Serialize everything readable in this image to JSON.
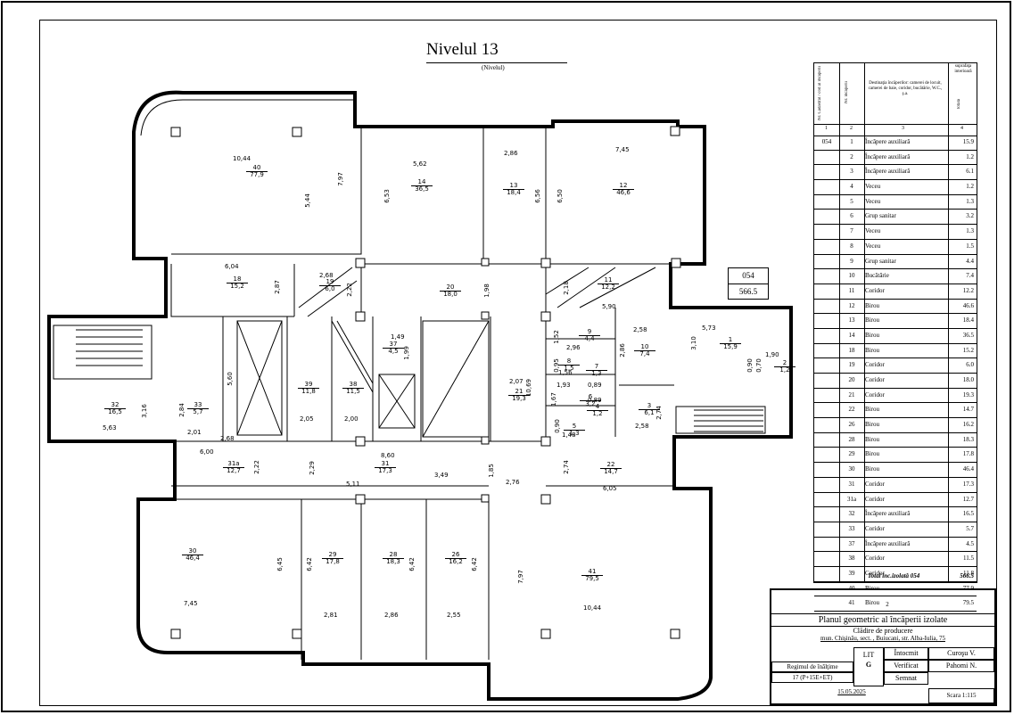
{
  "plan": {
    "title": "Nivelul 13",
    "subtitle": "(Nivelul)",
    "total_box": {
      "code": "054",
      "area": "566.5"
    },
    "rooms": [
      {
        "num": "40",
        "area": "77,9"
      },
      {
        "num": "14",
        "area": "36,5"
      },
      {
        "num": "13",
        "area": "18,4"
      },
      {
        "num": "12",
        "area": "46,6"
      },
      {
        "num": "18",
        "area": "15,2"
      },
      {
        "num": "19",
        "area": "6,0"
      },
      {
        "num": "20",
        "area": "18,0"
      },
      {
        "num": "11",
        "area": "12,2"
      },
      {
        "num": "37",
        "area": "4,5"
      },
      {
        "num": "39",
        "area": "11,8"
      },
      {
        "num": "38",
        "area": "11,5"
      },
      {
        "num": "21",
        "area": "19,3"
      },
      {
        "num": "9",
        "area": "4,4"
      },
      {
        "num": "10",
        "area": "7,4"
      },
      {
        "num": "1",
        "area": "15,9"
      },
      {
        "num": "2",
        "area": "1,2"
      },
      {
        "num": "8",
        "area": "1,5"
      },
      {
        "num": "7",
        "area": "1,3"
      },
      {
        "num": "6",
        "area": "3,2"
      },
      {
        "num": "4",
        "area": "1,2"
      },
      {
        "num": "5",
        "area": "1,3"
      },
      {
        "num": "3",
        "area": "6,1"
      },
      {
        "num": "32",
        "area": "16,5"
      },
      {
        "num": "33",
        "area": "5,7"
      },
      {
        "num": "31a",
        "area": "12,7"
      },
      {
        "num": "31",
        "area": "17,3"
      },
      {
        "num": "22",
        "area": "14,7"
      },
      {
        "num": "30",
        "area": "46,4"
      },
      {
        "num": "29",
        "area": "17,8"
      },
      {
        "num": "28",
        "area": "18,3"
      },
      {
        "num": "26",
        "area": "16,2"
      },
      {
        "num": "41",
        "area": "79,5"
      }
    ],
    "dimensions": [
      "10,44",
      "7,97",
      "5,44",
      "5,62",
      "6,53",
      "2,86",
      "6,56",
      "6,50",
      "7,45",
      "6,04",
      "2,87",
      "2,68",
      "2,22",
      "1,98",
      "2,18",
      "5,90",
      "2,58",
      "5,73",
      "3,10",
      "1,90",
      "0,90",
      "0,70",
      "1,49",
      "1,99",
      "2,07",
      "10,69",
      "1,52",
      "2,96",
      "2,86",
      "0,95",
      "1,56",
      "1,93",
      "0,89",
      "1,67",
      "0,89",
      "0,90",
      "1,48",
      "2,74",
      "2,58",
      "5,60",
      "2,05",
      "2,00",
      "3,16",
      "2,84",
      "5,63",
      "2,01",
      "2,68",
      "6,00",
      "8,60",
      "2,29",
      "2,22",
      "5,11",
      "3,49",
      "1,85",
      "2,76",
      "2,74",
      "6,05",
      "6,45",
      "6,42",
      "6,42",
      "6,42",
      "7,97",
      "7,45",
      "2,81",
      "2,86",
      "2,55",
      "10,44"
    ]
  },
  "table": {
    "headers": {
      "col1": "Nr. Cadastral / cod al încăperii",
      "col2": "Nr. încăperii",
      "col3": "Destinaţia încăperilor: camerei de locuit, camerei de baie, coridor, bucătărie, W.C., ş.a.",
      "col4_top": "suprafaţa interioară",
      "col4": "totală"
    },
    "col_numbers": [
      "1",
      "2",
      "3",
      "4"
    ],
    "rows": [
      {
        "cad": "054",
        "nr": "1",
        "dest": "Încăpere auxiliară",
        "area": "15.9"
      },
      {
        "cad": "",
        "nr": "2",
        "dest": "Încăpere auxiliară",
        "area": "1.2"
      },
      {
        "cad": "",
        "nr": "3",
        "dest": "Încăpere auxiliară",
        "area": "6.1"
      },
      {
        "cad": "",
        "nr": "4",
        "dest": "Veceu",
        "area": "1.2"
      },
      {
        "cad": "",
        "nr": "5",
        "dest": "Veceu",
        "area": "1.3"
      },
      {
        "cad": "",
        "nr": "6",
        "dest": "Grup sanitar",
        "area": "3.2"
      },
      {
        "cad": "",
        "nr": "7",
        "dest": "Veceu",
        "area": "1.3"
      },
      {
        "cad": "",
        "nr": "8",
        "dest": "Veceu",
        "area": "1.5"
      },
      {
        "cad": "",
        "nr": "9",
        "dest": "Grup sanitar",
        "area": "4.4"
      },
      {
        "cad": "",
        "nr": "10",
        "dest": "Bucătărie",
        "area": "7.4"
      },
      {
        "cad": "",
        "nr": "11",
        "dest": "Coridor",
        "area": "12.2"
      },
      {
        "cad": "",
        "nr": "12",
        "dest": "Birou",
        "area": "46.6"
      },
      {
        "cad": "",
        "nr": "13",
        "dest": "Birou",
        "area": "18.4"
      },
      {
        "cad": "",
        "nr": "14",
        "dest": "Birou",
        "area": "36.5"
      },
      {
        "cad": "",
        "nr": "18",
        "dest": "Birou",
        "area": "15.2"
      },
      {
        "cad": "",
        "nr": "19",
        "dest": "Coridor",
        "area": "6.0"
      },
      {
        "cad": "",
        "nr": "20",
        "dest": "Coridor",
        "area": "18.0"
      },
      {
        "cad": "",
        "nr": "21",
        "dest": "Coridor",
        "area": "19.3"
      },
      {
        "cad": "",
        "nr": "22",
        "dest": "Birou",
        "area": "14.7"
      },
      {
        "cad": "",
        "nr": "26",
        "dest": "Birou",
        "area": "16.2"
      },
      {
        "cad": "",
        "nr": "28",
        "dest": "Birou",
        "area": "18.3"
      },
      {
        "cad": "",
        "nr": "29",
        "dest": "Birou",
        "area": "17.8"
      },
      {
        "cad": "",
        "nr": "30",
        "dest": "Birou",
        "area": "46.4"
      },
      {
        "cad": "",
        "nr": "31",
        "dest": "Coridor",
        "area": "17.3"
      },
      {
        "cad": "",
        "nr": "31a",
        "dest": "Coridor",
        "area": "12.7"
      },
      {
        "cad": "",
        "nr": "32",
        "dest": "Încăpere auxiliară",
        "area": "16.5"
      },
      {
        "cad": "",
        "nr": "33",
        "dest": "Coridor",
        "area": "5.7"
      },
      {
        "cad": "",
        "nr": "37",
        "dest": "Încăpere auxiliară",
        "area": "4.5"
      },
      {
        "cad": "",
        "nr": "38",
        "dest": "Coridor",
        "area": "11.5"
      },
      {
        "cad": "",
        "nr": "39",
        "dest": "Coridor",
        "area": "11.8"
      },
      {
        "cad": "",
        "nr": "40",
        "dest": "Birou",
        "area": "77.9"
      },
      {
        "cad": "",
        "nr": "41",
        "dest": "Birou",
        "area": "79.5"
      }
    ],
    "total_label": "Total înc.izolată 054",
    "total_value": "566.5"
  },
  "titleblock": {
    "page_num": "2",
    "doc_title": "Planul geometric al încăperii izolate",
    "building": "Clădire de producere",
    "address": "mun. Chişinău, sect. , Buiucani, str. Alba-Iulia, 75",
    "lit_label": "LIT",
    "lit_value": "G",
    "regim_label": "Regimul de înălţime",
    "regim_value": "17 (P+15E+ET)",
    "date": "15.05.2025",
    "intocmit_label": "Întocmit",
    "intocmit_name": "Curoşu V.",
    "verificat_label": "Verificat",
    "verificat_name": "Pahomi N.",
    "semnat_label": "Semnat",
    "scale": "Scara 1:115"
  }
}
